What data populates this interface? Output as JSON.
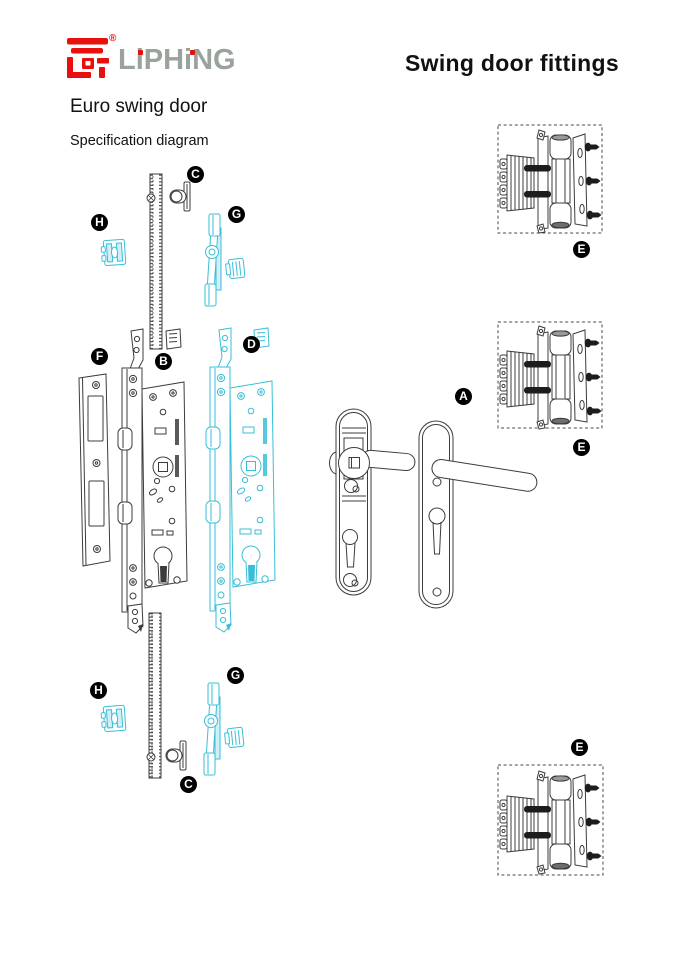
{
  "brand": {
    "name": "LiPHiNG",
    "registered_mark": "®"
  },
  "page_title": "Swing door fittings",
  "headings": {
    "product": "Euro swing door",
    "section": "Specification diagram"
  },
  "colors": {
    "brand_red": "#e8100c",
    "brand_gray": "#9aa39b",
    "accent_cyan": "#38bfd8",
    "line_dark": "#3c3c3c",
    "label_bg": "#000000",
    "label_text": "#ffffff"
  },
  "part_labels": [
    {
      "id": "c-top",
      "letter": "C"
    },
    {
      "id": "h-top",
      "letter": "H"
    },
    {
      "id": "g-top",
      "letter": "G"
    },
    {
      "id": "f",
      "letter": "F"
    },
    {
      "id": "b",
      "letter": "B"
    },
    {
      "id": "d",
      "letter": "D"
    },
    {
      "id": "a",
      "letter": "A"
    },
    {
      "id": "e-top",
      "letter": "E"
    },
    {
      "id": "e-middle",
      "letter": "E"
    },
    {
      "id": "e-bottom",
      "letter": "E"
    },
    {
      "id": "h-bottom",
      "letter": "H"
    },
    {
      "id": "g-bottom",
      "letter": "G"
    },
    {
      "id": "c-bottom",
      "letter": "C"
    }
  ]
}
